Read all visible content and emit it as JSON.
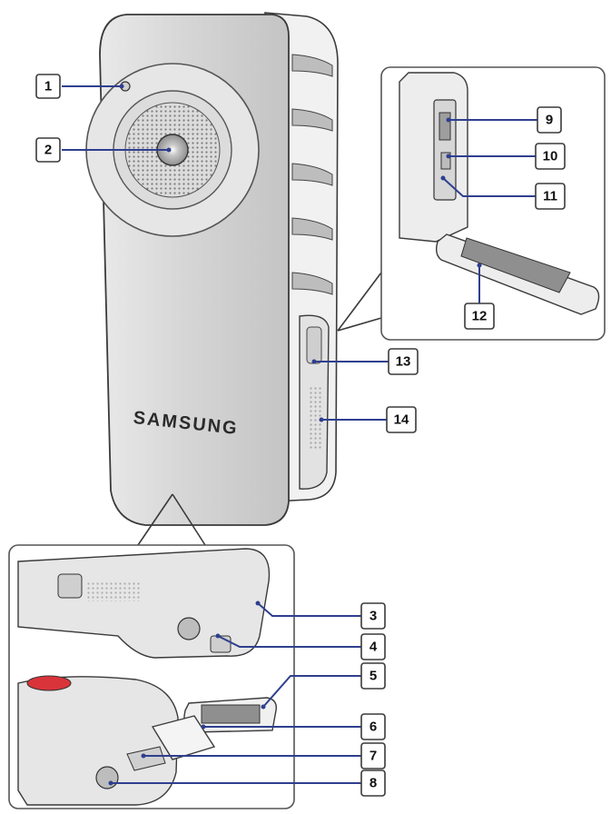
{
  "brand_text": "SAMSUNG",
  "callouts": [
    {
      "id": "1",
      "label": "1"
    },
    {
      "id": "2",
      "label": "2"
    },
    {
      "id": "3",
      "label": "3"
    },
    {
      "id": "4",
      "label": "4"
    },
    {
      "id": "5",
      "label": "5"
    },
    {
      "id": "6",
      "label": "6"
    },
    {
      "id": "7",
      "label": "7"
    },
    {
      "id": "8",
      "label": "8"
    },
    {
      "id": "9",
      "label": "9"
    },
    {
      "id": "10",
      "label": "10"
    },
    {
      "id": "11",
      "label": "11"
    },
    {
      "id": "12",
      "label": "12"
    },
    {
      "id": "13",
      "label": "13"
    },
    {
      "id": "14",
      "label": "14"
    }
  ],
  "colors": {
    "leader_line": "#2f3f8f",
    "body_gray": "#d8d8d8",
    "grip_gray": "#eeeeee",
    "lens_dark": "#9a9a9a",
    "button_red": "#d9343a"
  }
}
